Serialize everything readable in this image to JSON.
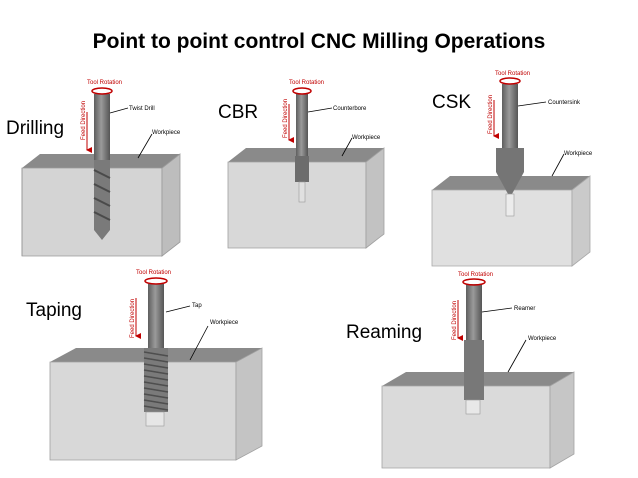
{
  "title": "Point to point control CNC Milling Operations",
  "operations": [
    {
      "label": "Drilling",
      "tool": "Twist Drill",
      "workpiece": "Workpiece",
      "rotation": "Tool Rotation",
      "feed": "Feed Direction"
    },
    {
      "label": "CBR",
      "tool": "Counterbore",
      "workpiece": "Workpiece",
      "rotation": "Tool Rotation",
      "feed": "Feed Direction"
    },
    {
      "label": "CSK",
      "tool": "Countersink",
      "workpiece": "Workpiece",
      "rotation": "Tool Rotation",
      "feed": "Feed Direction"
    },
    {
      "label": "Taping",
      "tool": "Tap",
      "workpiece": "Workpiece",
      "rotation": "Tool Rotation",
      "feed": "Feed Direction"
    },
    {
      "label": "Reaming",
      "tool": "Reamer",
      "workpiece": "Workpiece",
      "rotation": "Tool Rotation",
      "feed": "Feed Direction"
    }
  ],
  "colors": {
    "annotation": "#c00000",
    "block_front": "#d4d4d4",
    "block_top": "#8a8a8a",
    "tool": "#7a7a7a"
  }
}
